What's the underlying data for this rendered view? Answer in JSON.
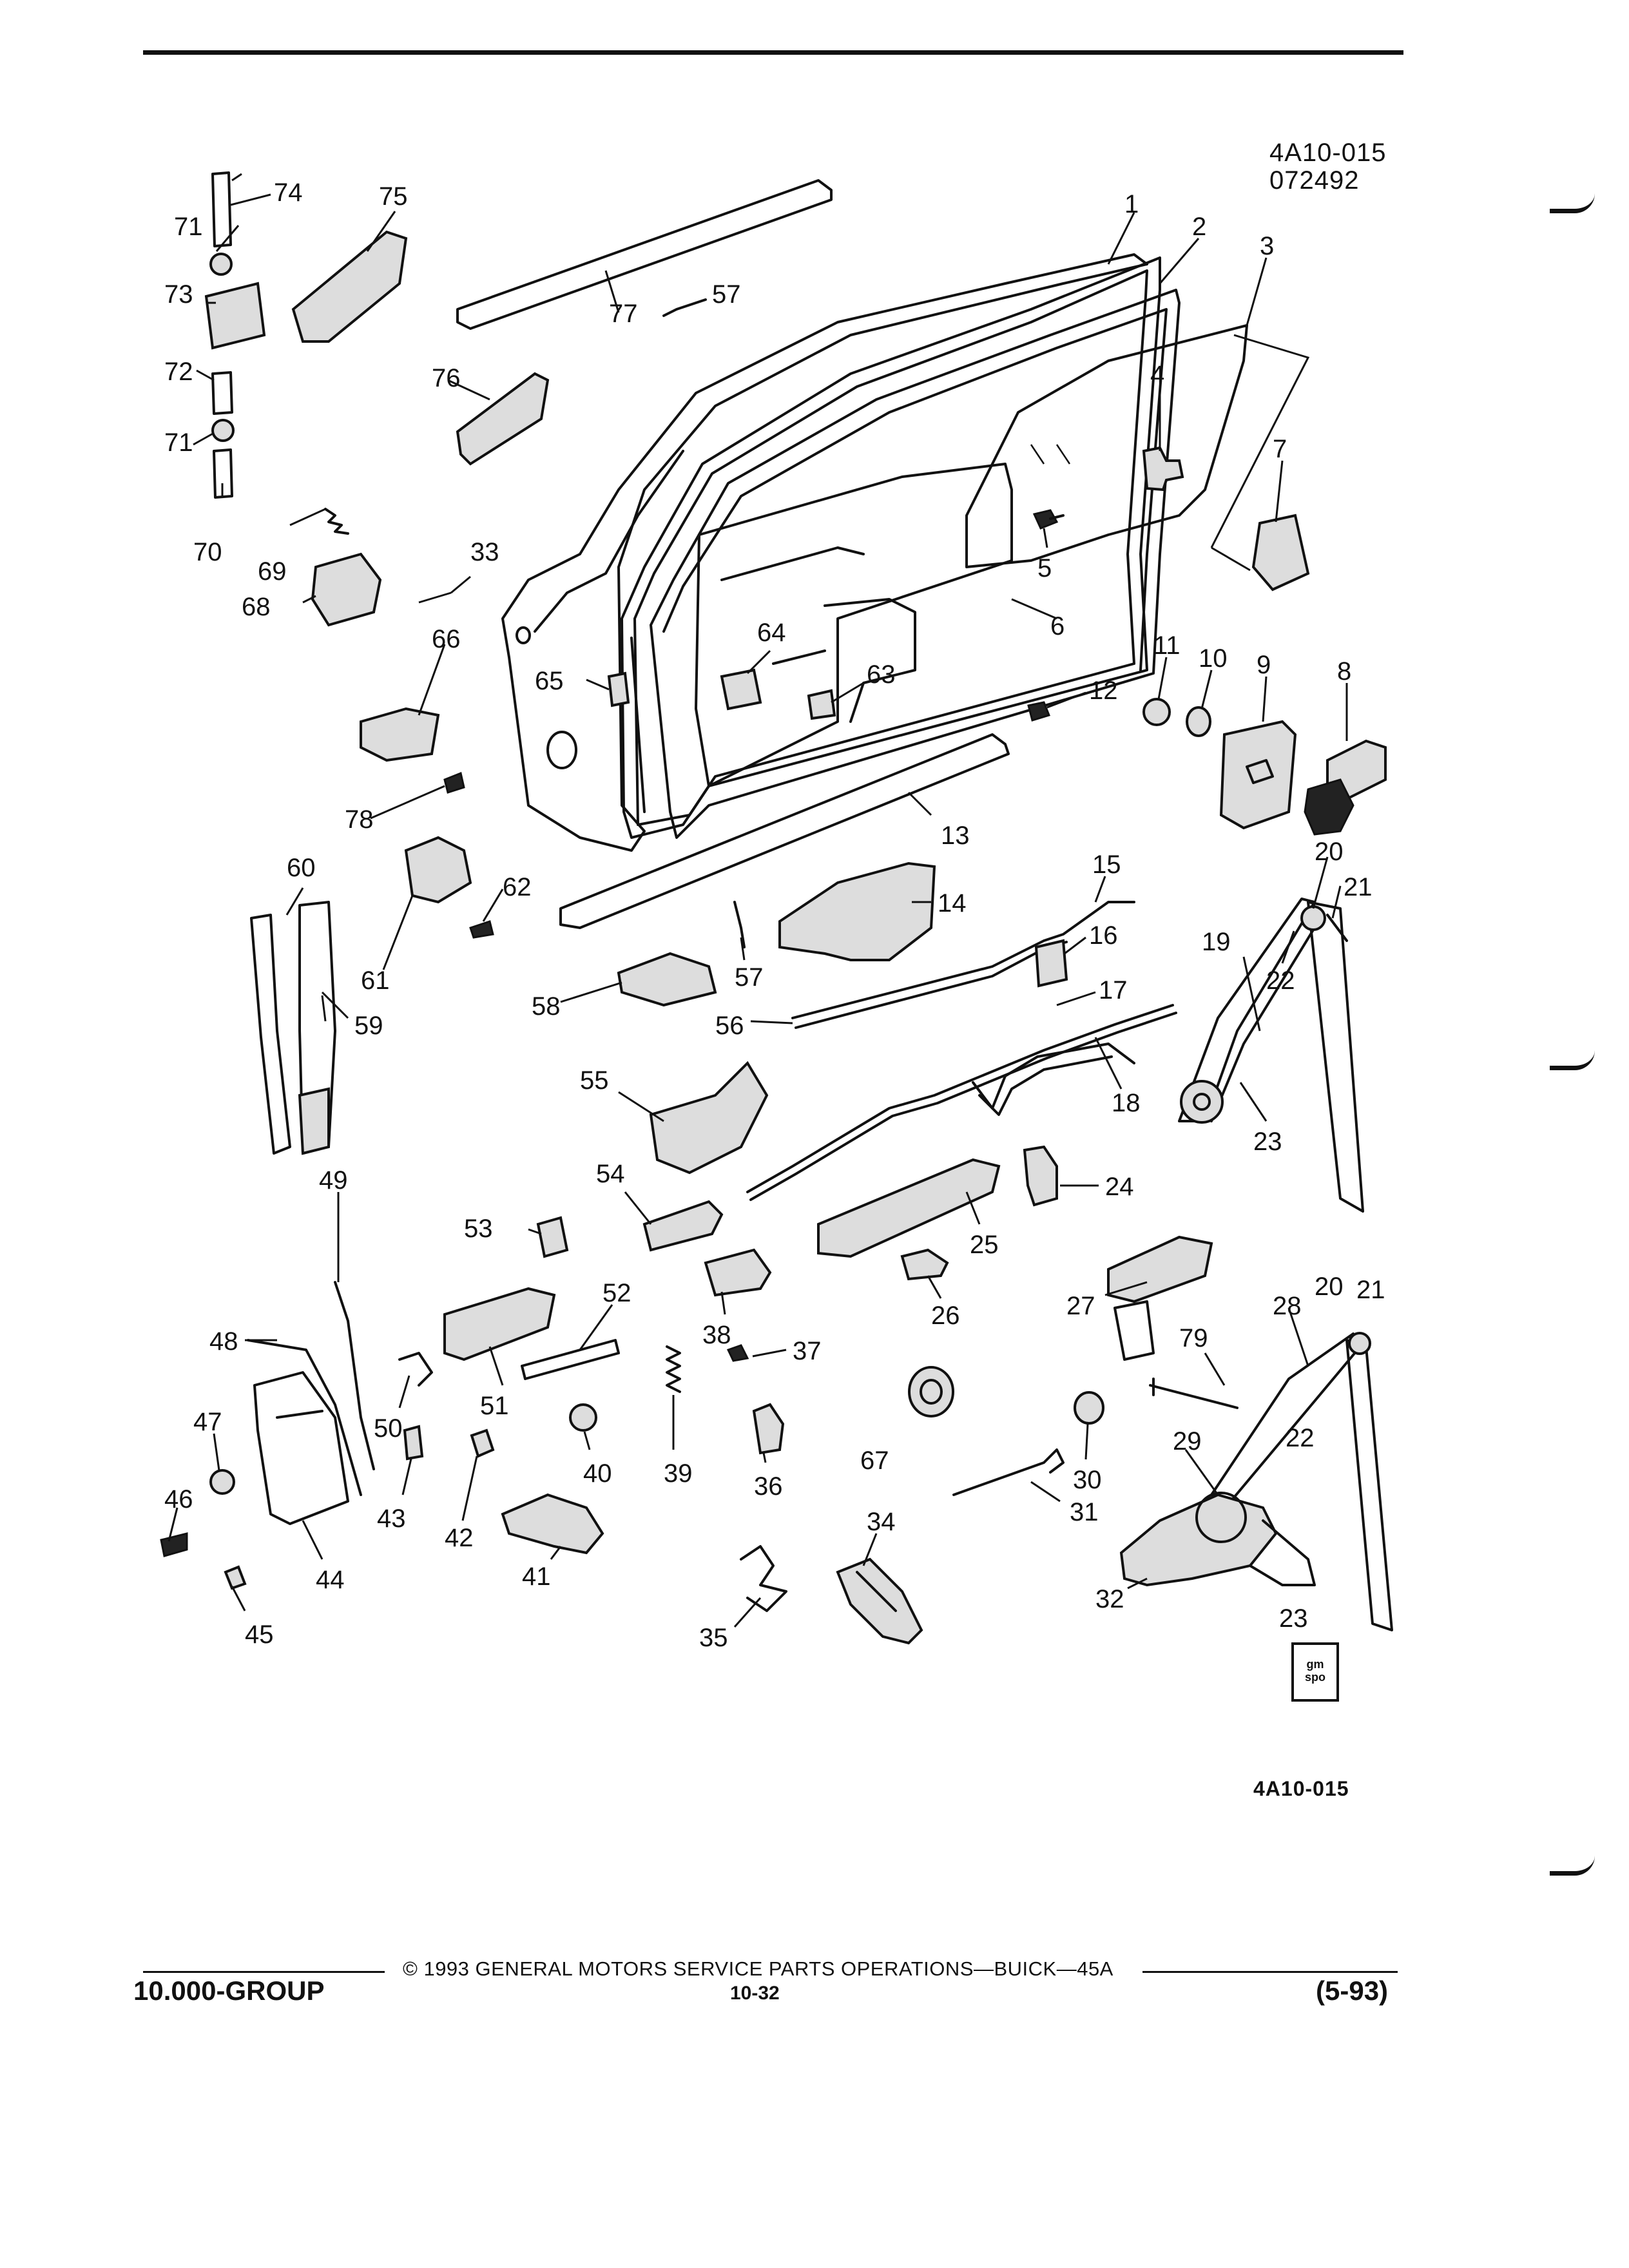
{
  "header": {
    "figure_code": "4A10-015",
    "figure_date": "072492"
  },
  "figure_code_bottom": "4A10-015",
  "callouts": [
    "1",
    "2",
    "3",
    "4",
    "5",
    "6",
    "7",
    "8",
    "9",
    "10",
    "11",
    "12",
    "13",
    "14",
    "15",
    "16",
    "17",
    "18",
    "19",
    "20",
    "21",
    "22",
    "23",
    "24",
    "25",
    "26",
    "27",
    "28",
    "29",
    "30",
    "31",
    "32",
    "33",
    "34",
    "35",
    "36",
    "37",
    "38",
    "39",
    "40",
    "41",
    "42",
    "43",
    "44",
    "45",
    "46",
    "47",
    "48",
    "49",
    "50",
    "51",
    "52",
    "53",
    "54",
    "55",
    "56",
    "57",
    "58",
    "59",
    "60",
    "61",
    "62",
    "63",
    "64",
    "65",
    "66",
    "67",
    "68",
    "69",
    "70",
    "71",
    "72",
    "73",
    "74",
    "75",
    "76",
    "77",
    "78",
    "79"
  ],
  "badge": {
    "text": "gm spo"
  },
  "footer": {
    "copyright": "© 1993 GENERAL MOTORS SERVICE PARTS OPERATIONS—BUICK—45A",
    "group": "10.000-GROUP",
    "page": "10-32",
    "revision": "(5-93)"
  }
}
